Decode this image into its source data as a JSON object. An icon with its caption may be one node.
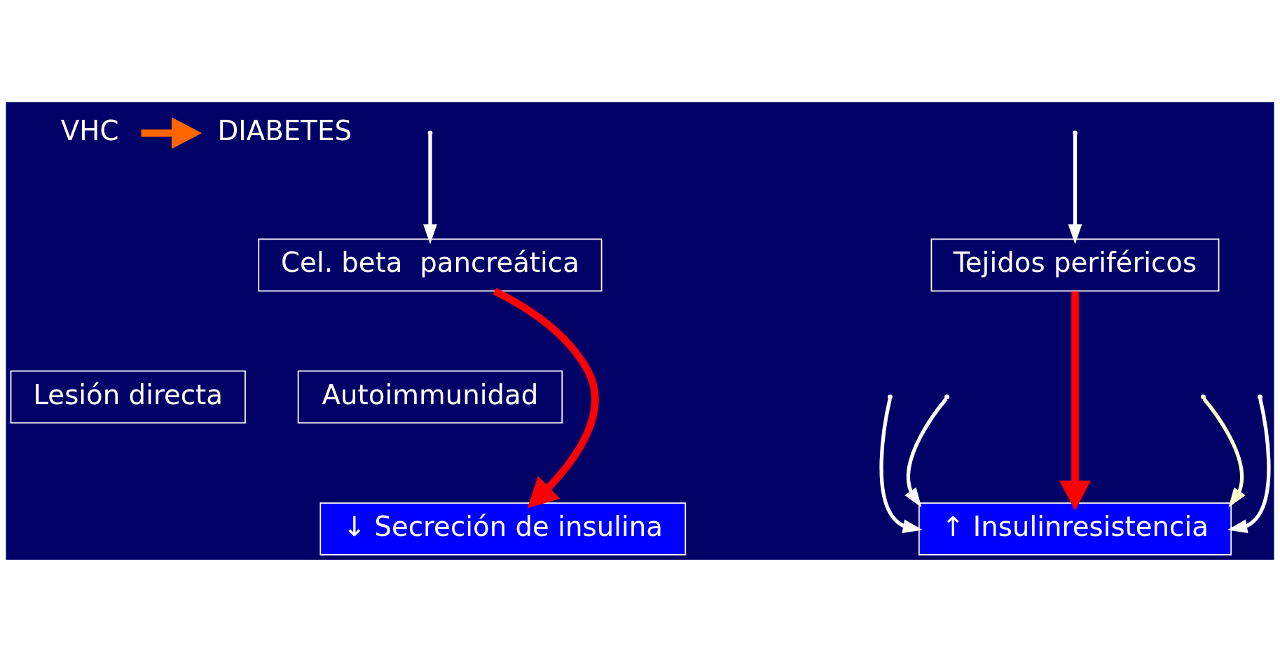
{
  "diagram": {
    "nodes": [
      {
        "text": [
          "VHC"
        ]
      },
      {
        "text": [
          "DIABETES"
        ]
      },
      {
        "text": [
          "Cel. beta  pancreática"
        ]
      },
      {
        "text": [
          "Tejidos periféricos"
        ]
      },
      {
        "text": [
          "Lesión directa"
        ]
      },
      {
        "text": [
          "Autoimmunidad"
        ]
      },
      {
        "text": [
          "↓ Secreción de insulina"
        ]
      },
      {
        "text": [
          "↑ Insulinresistencia"
        ]
      }
    ],
    "edges": [
      {
        "from": 0,
        "to": 1,
        "arrow": "to",
        "style": "thick",
        "color": "#ff6600"
      },
      {
        "from": null,
        "to": 2,
        "arrow": "to"
      },
      {
        "from": null,
        "to": 3,
        "arrow": "to"
      },
      {
        "from": 2,
        "to": 6,
        "arrow": "to",
        "style": "thick",
        "color": "#ff0000"
      },
      {
        "from": 3,
        "to": 7,
        "arrow": "to",
        "style": "thick",
        "color": "#ff0000"
      },
      {
        "from": null,
        "to": 7,
        "arrow": "to"
      },
      {
        "from": null,
        "to": 7,
        "arrow": "to"
      },
      {
        "from": null,
        "to": 7,
        "arrow": "to",
        "color": "#ffffcc"
      },
      {
        "from": null,
        "to": 7,
        "arrow": "to"
      }
    ]
  }
}
